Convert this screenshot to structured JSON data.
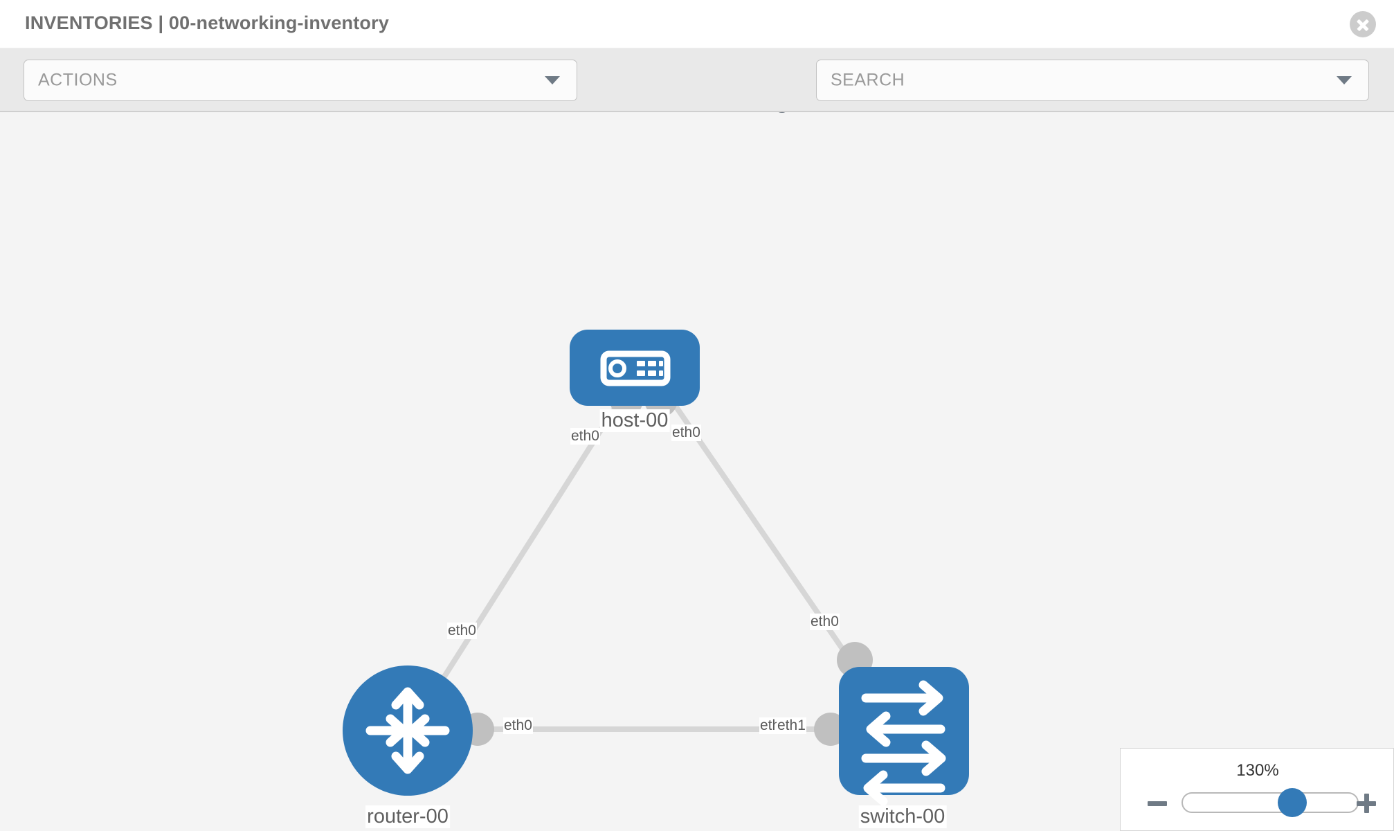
{
  "header": {
    "title": "INVENTORIES | 00-networking-inventory",
    "close_label": "close-icon"
  },
  "toolbar": {
    "actions_label": "ACTIONS",
    "search_placeholder": "SEARCH",
    "wrench_title": "wrench-icon",
    "key_title": "key-icon"
  },
  "colors": {
    "node_blue": "#337ab7",
    "port_gray": "#c0c0c0",
    "link_gray": "#d6d6d6",
    "canvas_bg": "#f4f4f4",
    "toolbar_bg": "#e9e9e9"
  },
  "topology": {
    "nodes": [
      {
        "id": "host-00",
        "label": "host-00",
        "type": "host",
        "shape": "rounded-rect"
      },
      {
        "id": "router-00",
        "label": "router-00",
        "type": "router",
        "shape": "circle"
      },
      {
        "id": "switch-00",
        "label": "switch-00",
        "type": "switch",
        "shape": "rounded-square"
      }
    ],
    "links": [
      {
        "from": "host-00",
        "from_port": "eth0",
        "to": "router-00",
        "to_port": "eth0"
      },
      {
        "from": "host-00",
        "from_port": "eth0",
        "to": "switch-00",
        "to_port": "eth0"
      },
      {
        "from": "router-00",
        "from_port": "eth0",
        "to": "switch-00",
        "to_port": "eth1"
      }
    ],
    "port_labels": {
      "host_left": "eth0",
      "host_right": "eth0",
      "router_up": "eth0",
      "switch_up": "eth0",
      "router_right": "eth0",
      "switch_left_a": "eth0",
      "switch_left_b": "eth1"
    }
  },
  "zoom": {
    "value_label": "130%",
    "percent": 130,
    "minus_label": "zoom-out",
    "plus_label": "zoom-in",
    "handle_position_pct": 65
  }
}
